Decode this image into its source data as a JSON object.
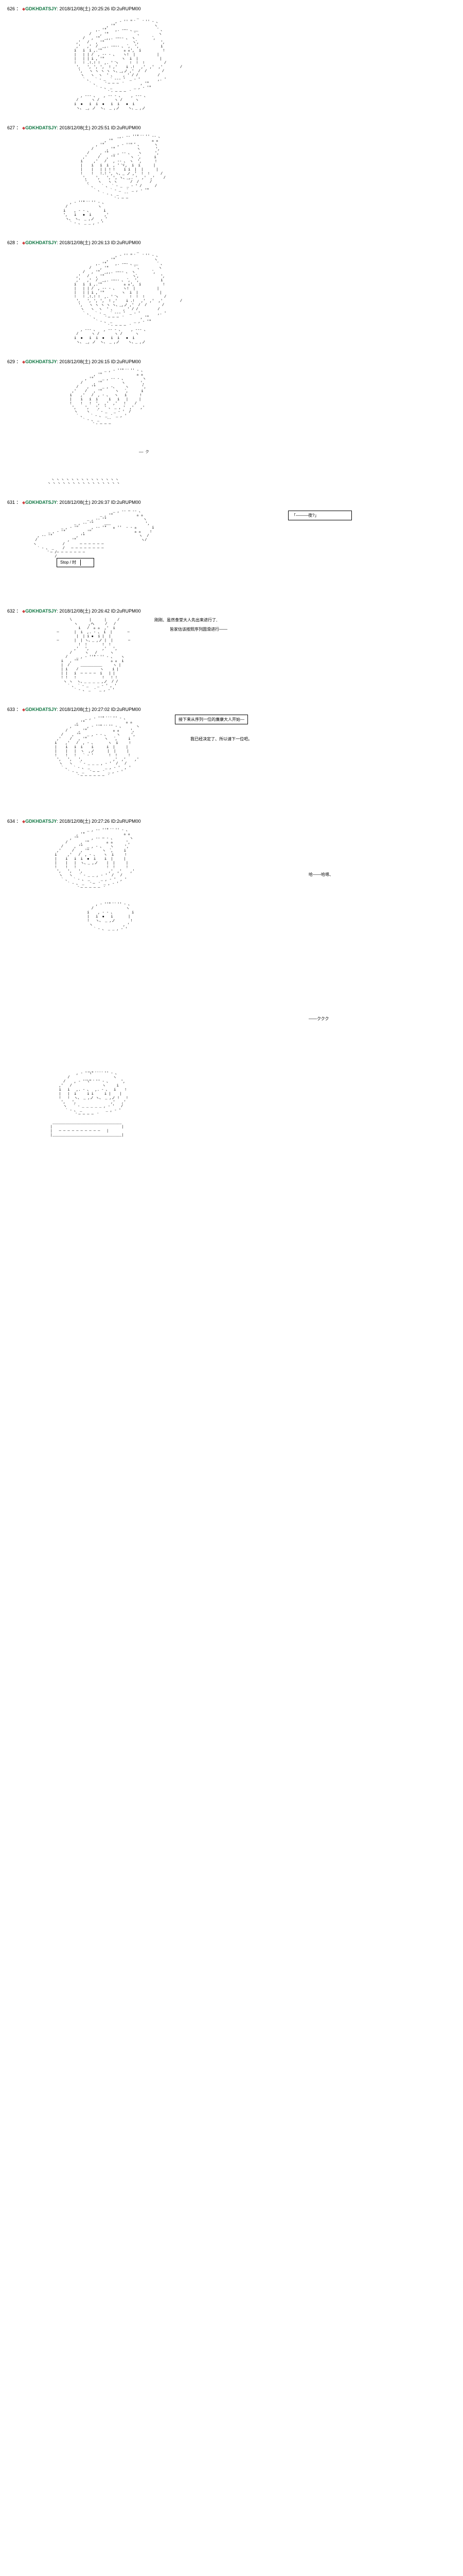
{
  "posts": [
    {
      "num": "626",
      "heart": "◆",
      "name": "GDKHDATSJY",
      "meta": ": 2018/12/08(土) 20:25:26 ID:2uRUPM00",
      "art": "                                                 _\n                                       , ‐ '' \" ̄    ̄ '' ‐ 、\n                                   , '\"                  ヽ\n                              ,. '\"    ,. -─- 、__          ゙ 、\n                           /    , '\"             ゙ 、        ヽ\n                        /   , '\"  _,,. -─‐- 、 ヽ         ゙,\n                     ,'   /   , '\"             ヽ ゙,          ',\n                     ,'   ,'  /  _,. -─‐- 、  ゙,  ',          i\n                    i   i  i ,.'\"          ゙ 、',  i          !\n                    |   | | /  , -‐ - 、   ヽ!  |          |\n                    |   | | i , '\"        ヽ  i  |          |\n                    !   ! .!.! !  ,. ' ̄ヽ     !  !  !         /\n                     ',   ', ', ',  ! ,'    i .!   ,'  ,'  ,'        /\n                      ',   ヽ ヽ ヽ ヽ ヽ、_,ノ ,'  /  /       /\n                       ヽ   ヽ  ヽ  ' 、    , ' / /         /\n                        ` 、  ` ‐ _  ` ‐-‐ '  _ ‐ '        ,. '\n                           ` 、    ̄ ─ ─ ─  ̄        , '\"\n                              ` ‐ 、 _          _ , ‐ '\"\n                                    ̄ ‐ ─ ─ ─  ̄\n                       , -‐- 、   , -‐ - 、    , -‐- 、\n                     /      ヽ /       ヽ /      ヽ\n                    i  ●   i  i  ●   i  i   ●  i\n                     ヽ、 _, ノ  ヽ、 _ ,ノ    ヽ、_ ,ノ"
    },
    {
      "num": "627",
      "heart": "◆",
      "name": "GDKHDATSJY",
      "meta": ": 2018/12/08(土) 20:25:51 ID:2uRUPM00",
      "art": "                                        _,. -‐ ''\" ̄ ̄ '' ‐- 、\n                                  , '\"                  ゙ 、\n                              , '\"      , ‐ ''\" ̄ ゙ 、      ヽ\n                            /      , '\"          ヽ       ',\n                          /     , '\"  _ , -‐ 、   ヽ      ',\n                        ,'     /   , '\"       ヽ   ゙,      i\n                       i     ,'   /   , -‐ 、 ヽ  ',      !\n                       |    i   i  i  , ' ̄ヾ,  i  i      |\n                       |    |   | | ! !    i i  |  |      |\n                       !    !   !.! ', ヽ、_ ノ ,'  !  !     /\n                        ',    ',   ', ', ヽ、_,. '  ,'  ,'    /\n                         ',    ヽ   ヽ ヽ      /  /     /\n                          ` 、   ` 、 ` ‐ _  _ ‐ ' /      /\n                             ` 、    ` ‐ _   ̄  _ , ‐ '\"\n                                 ` ‐ 、 _   ̄ ̄\n                                       ̄ ‐ ─ ─\n                  , ‐ ''\" ̄ ̄ '' ‐ 、\n                /              ヽ\n               i    , ‐ - 、      i\n               ',   i   ●  i      ,'\n                ヽ、 ヽ、 _ ,ノ   , '\n                  ` ‐ 、 _ _ , ‐ '"
    },
    {
      "num": "628",
      "heart": "◆",
      "name": "GDKHDATSJY",
      "meta": ": 2018/12/08(土) 20:26:13 ID:2uRUPM00",
      "art": "                                                 _\n                                       , ‐ '' \" ̄    ̄ '' ‐ 、\n                                   , '\"                  ヽ\n                              ,. '\"    ,. -─- 、__          ゙ 、\n                           /    , '\"             ゙ 、        ヽ\n                        /   , '\"  _,,. -─‐- 、 ヽ         ゙,\n                     ,'   /   , '\"             ヽ ゙,          ',\n                     ,'   ,'  /  _,. -─‐- 、  ゙,  ',          i\n                    i   i  i ,.'\"          ゙ 、',  i          !\n                    |   | | /  , -‐ - 、   ヽ!  |          |\n                    |   | | i , '\"        ヽ  i  |          |\n                    !   ! .!.! !  ,. ' ̄ヽ     !  !  !         /\n                     ',   ', ', ',  ! ,'    i .!   ,'  ,'  ,'        /\n                      ',   ヽ ヽ ヽ ヽ ヽ、_,ノ ,'  /  /       /\n                       ヽ   ヽ  ヽ  ' 、    , ' / /         /\n                        ` 、  ` ‐ _  ` ‐-‐ '  _ ‐ '        ,. '\n                           ` 、    ̄ ─ ─ ─  ̄        , '\"\n                              ` ‐ 、 _          _ , ‐ '\"\n                                    ̄ ‐ ─ ─ ─  ̄\n                       , -‐- 、   , -‐ - 、    , -‐- 、\n                     /      ヽ /       ヽ /      ヽ\n                    i  ●   i  i  ●   i  i   ●  i\n                     ヽ、 _, ノ  ヽ、 _ ,ノ    ヽ、_ ,ノ"
    },
    {
      "num": "629",
      "heart": "◆",
      "name": "GDKHDATSJY",
      "meta": ": 2018/12/08(土) 20:26:15 ID:2uRUPM00",
      "art": "                                  _ , ‐ ''\" ̄ ̄ '' ‐ 、\n                             , '\"                ゙ 、\n                         , '\"    _ , -‐ - 、        ヽ\n                       /     , '\"         ヽ       ',\n                     /    , '\"   _ , -、    ヽ      ',\n                   ,'    /   , '\"      ヽ    ゙,      i\n                  i    ,'   /  , ‐ 、  ヽ   i      !\n                  |    i   i  i     i   i   |     |\n                  !    !   !  ',  ,'  ,'   !    /\n                   ',    ',   ',  ' 、 _ , '  ,'   ,'\n                    ヽ    ヽ   ` ‐ _   _ ‐ '  /\n                     ` 、   ` ‐ 、 _  ̄  _ , '\n                        ` ‐ 、 _    ̄ ̄\n                             ̄ ‐ ─ ─ ─"
    },
    {
      "num": "631",
      "heart": "◆",
      "name": "GDKHDATSJY",
      "meta": ": 2018/12/08(土) 20:26:37 ID:2uRUPM00",
      "art": "                                      _ , -‐ ─ ‐- 、\n                                _ , '\"           ゙ 、\n                          _ , -‐ '\"                 ヽ\n                    _ , -‐ '\"     ___                ',\n              _ , - '\"      , -‐ '\"   ゙ ''  ‐ - 、       i\n        _ , - '\"        , '\"                    ゙ 、    !\n   , -‐ '\"           , '\"                         ヽ  /\n  /              , '\"                              ヽ/\n ヽ            /       ─ ─ ─ ─ ─ ─\n   ` ‐ 、 _    /   ─ ─ ─ ─ ─ ─ ─ ─\n        ̄ ─ /─ ─ ─ ─ ─ ─ ─\n           /"
    },
    {
      "num": "632",
      "heart": "◆",
      "name": "GDKHDATSJY",
      "meta": ": 2018/12/08(土) 20:26:42 ID:2uRUPM00",
      "art": "                  \\        |      |     /\n                    ヽ     ,ヘ     /   /\n                      i   /  ゙ 、  ,'  i\n            ─       |  i  ,. ‐ 、 i  |       ─\n                     |  | i ●  i |  |\n            ─       |  | ヽ、_ ,ノ |  |       ─\n                      !  !       !  !\n                    ,'   ',      ,'   ',\n                  /      ヽ   /      ヽ\n                /    _ , ‐ ''\" ̄ '' ‐ 、   ヽ\n              i   , '\"               ゙ 、  i\n              |  /     __________     ヽ |\n              | i    /          ヽ    i |\n              | |   i  ─ ─ ─ ─  i   | |\n              ! !   !            !   ! !\n               ヽ ヽ  ヽ、_ _ _ _ ,ノ  / /\n                 ` 、 ` ‐ _    _ ‐ ' , '\n                    ` ‐ 、 _  ̄  _ , ‐ '"
    },
    {
      "num": "633",
      "heart": "◆",
      "name": "GDKHDATSJY",
      "meta": ": 2018/12/08(土) 20:27:02 ID:2uRUPM00",
      "art": "                         _ , ‐ ''\" ̄ ̄ ̄ '' ‐ 、\n                     , '\"                   ゙ 、\n                  , '\"    , ‐ ''\" ̄ ̄ '' ‐ 、      ヽ\n                /     , '\"            ゙ 、     ',\n              /    , '\"   _ , ‐ - 、    ヽ     ',\n            ,'    /   , '\"        ヽ    ゙,     i\n           i    ,'   /  , ‐ 、      ヽ  i     !\n           |    i   i  i    i      i  |     |\n           |    |   |  ヽ  ,ノ      |  |     |\n           !    !   !   ` ‐ '       !  !     !\n            ',   ',   ',              ,'  ,'    ,'\n             ヽ   ヽ   ` ‐ _ _ _ , ‐ '  /   /\n              ` 、  ` ‐ 、 _       _ , ‐ '  , '\n                 ` ‐ 、 _   ̄ ─ ─  ̄  _ , ‐ '\n                      ̄ ─ ─ ─ ─ ─ ─  ̄"
    },
    {
      "num": "634",
      "heart": "◆",
      "name": "GDKHDATSJY",
      "meta": ": 2018/12/08(土) 20:27:26 ID:2uRUPM00",
      "art": "                          _ , -‐ ''\" ̄ ̄ '' ‐ 、\n                     , '\"                  ゙ 、\n                  , '\"      , -‐ ─ ‐ 、       ヽ\n                /      , '\"        ゙ 、      ',\n              /     , '\"  _ , ‐ 、   ヽ     ',\n            ,'     /   , '\"      ヽ   ゙,     i\n           i     ,'   /  , ‐ 、   ヽ  i     !\n           |    i   i  i  ●  i    i  |     |\n           |    |   |  ヽ、_ ,ノ    |  |     |\n           !    !   !              !  !     !\n            ',   ',   ',            ,'  ,'    ,'\n             ヽ   ヽ   ` ‐ _ _ , ‐ '  /   /\n              ` 、  ` ‐ 、 _     _ , ‐ '  , '\n                 ` ‐ 、 _   ̄ ─  ̄  _ , ‐ '\n                      ̄ ─ ─ ─ ─ ─  ̄\n\n\n\n                              , ‐ ''\" ̄ ̄ '' ‐ 、\n                            /               ヽ\n                          i    , ‐ - 、        i\n                          |   i  ●   i       |\n                          !   ヽ、 _ ,ノ       !\n                           ヽ              , '\n                             ` ‐ 、 _ _ , ‐ '"
    }
  ],
  "balloons": {
    "b631_1": "「―――夜?」",
    "b631_button": "Stop / 时",
    "b632_line1": "刚刚、虽然食堂大人先出来进行了,",
    "b632_line2": "皆家估该按照序列圆滑进行――",
    "b633_line1": "接下来从序列一位的廉康大人开始―",
    "b633_line2": "我已经决定了、所以请下一位吧。",
    "b634_line1": "哈――哈嗯、",
    "b634_line2": "――ククク"
  }
}
